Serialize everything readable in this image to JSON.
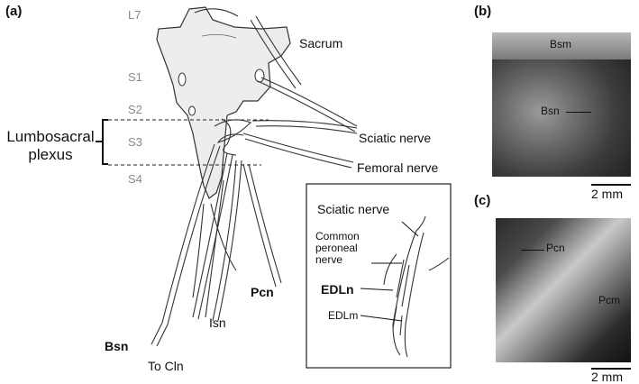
{
  "panels": {
    "a": {
      "letter": "(a)",
      "vertebrae": [
        "L7",
        "S1",
        "S2",
        "S3",
        "S4"
      ],
      "labels": {
        "sacrum": "Sacrum",
        "lumbosacral_line1": "Lumbosacral",
        "lumbosacral_line2": "plexus",
        "sciatic": "Sciatic nerve",
        "femoral": "Femoral nerve",
        "pcn": "Pcn",
        "isn": "Isn",
        "bsn": "Bsn",
        "to_cln": "To Cln"
      },
      "inset": {
        "sciatic": "Sciatic nerve",
        "common_line1": "Common",
        "common_line2": "peroneal",
        "common_line3": "nerve",
        "edln": "EDLn",
        "edlm": "EDLm"
      }
    },
    "b": {
      "letter": "(b)",
      "bsm": "Bsm",
      "bsn": "Bsn",
      "scale": "2 mm"
    },
    "c": {
      "letter": "(c)",
      "pcn": "Pcn",
      "pcm": "Pcm",
      "scale": "2 mm"
    }
  }
}
